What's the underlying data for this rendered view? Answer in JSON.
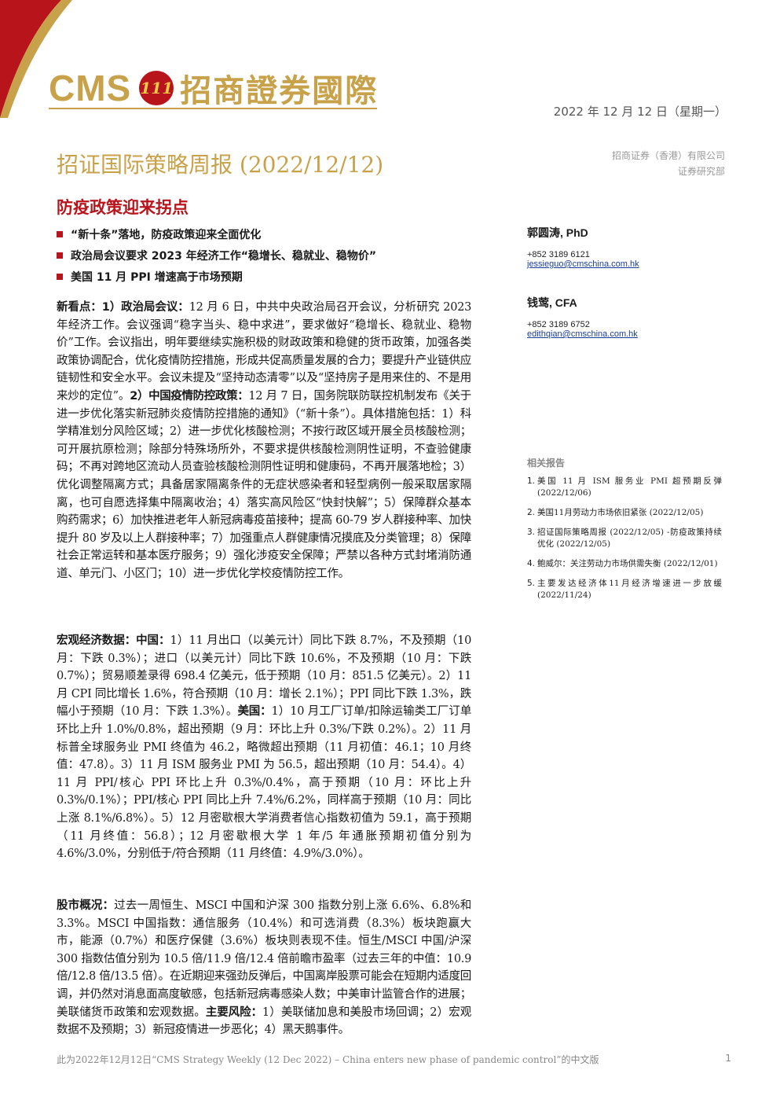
{
  "header": {
    "brand_latin": "CMS",
    "brand_emblem": "111",
    "brand_chinese": "招商證券國際",
    "date": "2022 年 12 月 12 日（星期一）",
    "title": "招证国际策略周报 (2022/12/12)",
    "company": "招商证券（香港）有限公司",
    "department": "证券研究部",
    "colors": {
      "gold": "#c8a24a",
      "red": "#b8141c"
    }
  },
  "subtitle": "防疫政策迎来拐点",
  "bullets": [
    "“新十条”落地，防疫政策迎来全面优化",
    "政治局会议要求 2023 年经济工作“稳增长、稳就业、稳物价”",
    "美国 11 月 PPI 增速高于市场预期"
  ],
  "paragraphs": {
    "p1": {
      "lead": "新看点：1）政治局会议：",
      "text1": "12 月 6 日，中共中央政治局召开会议，分析研究 2023 年经济工作。会议强调“稳字当头、稳中求进”，要求做好“稳增长、稳就业、稳物价”工作。会议指出，明年要继续实施积极的财政政策和稳健的货币政策，加强各类政策协调配合，优化疫情防控措施，形成共促高质量发展的合力；要提升产业链供应链韧性和安全水平。会议未提及“坚持动态清零”以及“坚持房子是用来住的、不是用来炒的定位”。",
      "lead2": "2）中国疫情防控政策：",
      "text2": "12 月 7 日，国务院联防联控机制发布《关于进一步优化落实新冠肺炎疫情防控措施的通知》（“新十条”）。具体措施包括：1）科学精准划分风险区域；2）进一步优化核酸检测；不按行政区域开展全员核酸检测；可开展抗原检测；除部分特殊场所外，不要求提供核酸检测阴性证明，不查验健康码；不再对跨地区流动人员查验核酸检测阴性证明和健康码，不再开展落地检；3）优化调整隔离方式；具备居家隔离条件的无症状感染者和轻型病例一般采取居家隔离，也可自愿选择集中隔离收治；4）落实高风险区“快封快解”；5）保障群众基本购药需求；6）加快推进老年人新冠病毒疫苗接种；提高 60-79 岁人群接种率、加快提升 80 岁及以上人群接种率；7）加强重点人群健康情况摸底及分类管理；8）保障社会正常运转和基本医疗服务；9）强化涉疫安全保障；严禁以各种方式封堵消防通道、单元门、小区门；10）进一步优化学校疫情防控工作。"
    },
    "p2": {
      "lead": "宏观经济数据：中国：",
      "text1": "1）11 月出口（以美元计）同比下跌 8.7%，不及预期（10 月：下跌 0.3%）；进口（以美元计）同比下跌 10.6%，不及预期（10 月：下跌 0.7%）；贸易顺差录得 698.4 亿美元，低于预期（10 月：851.5 亿美元）。2）11 月 CPI 同比增长 1.6%，符合预期（10 月：增长 2.1%）；PPI 同比下跌 1.3%，跌幅小于预期（10 月：下跌 1.3%）。",
      "lead2": "美国：",
      "text2": "1）10 月工厂订单/扣除运输类工厂订单环比上升 1.0%/0.8%，超出预期（9 月：环比上升 0.3%/下跌 0.2%）。2）11 月标普全球服务业 PMI 终值为 46.2，略微超出预期（11 月初值：46.1；10 月终值：47.8）。3）11 月 ISM 服务业 PMI 为 56.5，超出预期（10 月：54.4）。4）11 月 PPI/核心 PPI 环比上升 0.3%/0.4%，高于预期（10 月：环比上升 0.3%/0.1%）；PPI/核心 PPI 同比上升 7.4%/6.2%，同样高于预期（10 月：同比上涨 8.1%/6.8%）。5）12 月密歇根大学消费者信心指数初值为 59.1，高于预期（11 月终值：56.8）；12 月密歇根大学 1 年/5 年通胀预期初值分别为 4.6%/3.0%，分别低于/符合预期（11 月终值：4.9%/3.0%）。"
    },
    "p3": {
      "lead": "股市概况：",
      "text1": "过去一周恒生、MSCI 中国和沪深 300 指数分别上涨 6.6%、6.8%和 3.3%。MSCI 中国指数：通信服务（10.4%）和可选消费（8.3%）板块跑赢大市，能源（0.7%）和医疗保健（3.6%）板块则表现不佳。恒生/MSCI 中国/沪深 300 指数估值分别为 10.5 倍/11.9 倍/12.4 倍前瞻市盈率（过去三年的中值：10.9 倍/12.8 倍/13.5 倍）。在近期迎来强劲反弹后，中国离岸股票可能会在短期内适度回调，并仍然对消息面高度敏感，包括新冠病毒感染人数；中美审计监管合作的进展；美联储货币政策和宏观数据。",
      "lead2": "主要风险：",
      "text2": "1）美联储加息和美股市场回调；2）宏观数据不及预期；3）新冠疫情进一步恶化；4）黑天鹅事件。"
    }
  },
  "analysts": [
    {
      "name": "郭圆涛, PhD",
      "phone": "+852 3189 6121",
      "email": "jessieguo@cmschina.com.hk"
    },
    {
      "name": "钱莺, CFA",
      "phone": "+852 3189 6752",
      "email": "edithqian@cmschina.com.hk"
    }
  ],
  "related": {
    "title": "相关报告",
    "items": [
      {
        "num": "1.",
        "text": "美国 11 月 ISM 服务业 PMI 超预期反弹 (2022/12/06)"
      },
      {
        "num": "2.",
        "text": "美国11月劳动力市场依旧紧张 (2022/12/05)"
      },
      {
        "num": "3.",
        "text": "招证国际策略周报 (2022/12/05) -防疫政策持续优化 (2022/12/05)"
      },
      {
        "num": "4.",
        "text": "鲍威尔：关注劳动力市场供需失衡 (2022/12/01)"
      },
      {
        "num": "5.",
        "text": "主要发达经济体11月经济增速进一步放缓 (2022/11/24)"
      }
    ]
  },
  "footer": {
    "note": "此为2022年12月12日“CMS Strategy Weekly (12 Dec 2022) – China enters new phase of pandemic control”的中文版",
    "page": "1"
  }
}
